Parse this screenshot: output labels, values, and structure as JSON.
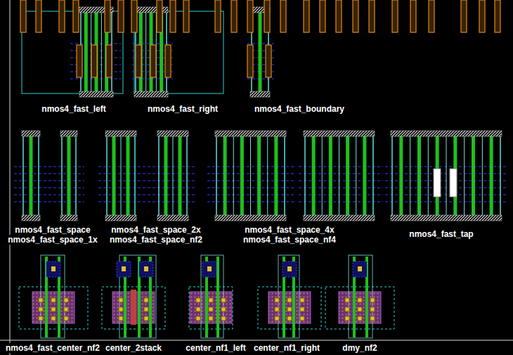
{
  "diagram": {
    "labels": [
      "nmos4_fast_left",
      "nmos4_fast_right",
      "nmos4_fast_boundary",
      "nmos4_fast_space",
      "nmos4_fast_space_1x",
      "nmos4_fast_space_2x",
      "nmos4_fast_space_nf2",
      "nmos4_fast_space_4x",
      "nmos4_fast_space_nf4",
      "nmos4_fast_tap",
      "nmos4_fast_center_nf2",
      "center_2stack",
      "center_nf1_left",
      "center_nf1_right",
      "dmy_nf2"
    ]
  }
}
